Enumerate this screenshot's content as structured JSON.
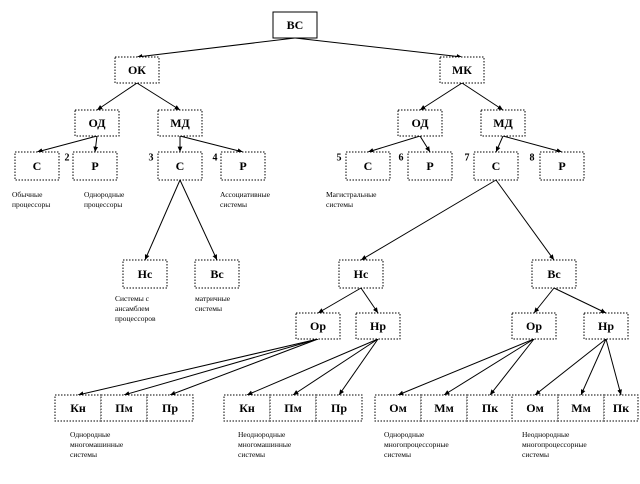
{
  "nodes": [
    {
      "id": "root",
      "label": "ВС",
      "style": "solid"
    },
    {
      "id": "ok",
      "label": "ОК",
      "style": "dotted"
    },
    {
      "id": "mk",
      "label": "МК",
      "style": "dotted"
    },
    {
      "id": "od1",
      "label": "ОД",
      "style": "dotted"
    },
    {
      "id": "md1",
      "label": "МД",
      "style": "dotted"
    },
    {
      "id": "od2",
      "label": "ОД",
      "style": "dotted"
    },
    {
      "id": "md2",
      "label": "МД",
      "style": "dotted"
    },
    {
      "id": "c1",
      "label": "С",
      "style": "dotted"
    },
    {
      "id": "p2",
      "label": "Р",
      "style": "dotted"
    },
    {
      "id": "c3",
      "label": "С",
      "style": "dotted"
    },
    {
      "id": "p4",
      "label": "Р",
      "style": "dotted"
    },
    {
      "id": "c5",
      "label": "С",
      "style": "dotted"
    },
    {
      "id": "p6",
      "label": "Р",
      "style": "dotted"
    },
    {
      "id": "c7",
      "label": "С",
      "style": "dotted"
    },
    {
      "id": "p8",
      "label": "Р",
      "style": "dotted"
    },
    {
      "id": "hc1",
      "label": "Нс",
      "style": "dotted"
    },
    {
      "id": "bc1",
      "label": "Вс",
      "style": "dotted"
    },
    {
      "id": "hc2",
      "label": "Нс",
      "style": "dotted"
    },
    {
      "id": "bc2",
      "label": "Вс",
      "style": "dotted"
    },
    {
      "id": "op1",
      "label": "Ор",
      "style": "dotted"
    },
    {
      "id": "hp1",
      "label": "Нр",
      "style": "dotted"
    },
    {
      "id": "op2",
      "label": "Ор",
      "style": "dotted"
    },
    {
      "id": "hp2",
      "label": "Нр",
      "style": "dotted"
    },
    {
      "id": "kn1",
      "label": "Кн",
      "style": "dotted"
    },
    {
      "id": "pm1",
      "label": "Пм",
      "style": "dotted"
    },
    {
      "id": "pr1",
      "label": "Пр",
      "style": "dotted"
    },
    {
      "id": "kn2",
      "label": "Кн",
      "style": "dotted"
    },
    {
      "id": "pm2",
      "label": "Пм",
      "style": "dotted"
    },
    {
      "id": "pr2",
      "label": "Пр",
      "style": "dotted"
    },
    {
      "id": "om1",
      "label": "Ом",
      "style": "dotted"
    },
    {
      "id": "mm1",
      "label": "Мм",
      "style": "dotted"
    },
    {
      "id": "pk1",
      "label": "Пк",
      "style": "dotted"
    },
    {
      "id": "om2",
      "label": "Ом",
      "style": "dotted"
    },
    {
      "id": "mm2",
      "label": "Мм",
      "style": "dotted"
    },
    {
      "id": "pk2",
      "label": "Пк",
      "style": "dotted"
    }
  ],
  "edges": [
    [
      "root",
      "ok"
    ],
    [
      "root",
      "mk"
    ],
    [
      "ok",
      "od1"
    ],
    [
      "ok",
      "md1"
    ],
    [
      "mk",
      "od2"
    ],
    [
      "mk",
      "md2"
    ],
    [
      "od1",
      "c1"
    ],
    [
      "od1",
      "p2"
    ],
    [
      "md1",
      "c3"
    ],
    [
      "md1",
      "p4"
    ],
    [
      "od2",
      "c5"
    ],
    [
      "od2",
      "p6"
    ],
    [
      "md2",
      "c7"
    ],
    [
      "md2",
      "p8"
    ],
    [
      "c3",
      "hc1"
    ],
    [
      "c3",
      "bc1"
    ],
    [
      "c7",
      "hc2"
    ],
    [
      "c7",
      "bc2"
    ],
    [
      "hc2",
      "op1"
    ],
    [
      "hc2",
      "hp1"
    ],
    [
      "bc2",
      "op2"
    ],
    [
      "bc2",
      "hp2"
    ],
    [
      "op1",
      "kn1"
    ],
    [
      "op1",
      "pm1"
    ],
    [
      "op1",
      "pr1"
    ],
    [
      "hp1",
      "kn2"
    ],
    [
      "hp1",
      "pm2"
    ],
    [
      "hp1",
      "pr2"
    ],
    [
      "op2",
      "om1"
    ],
    [
      "op2",
      "mm1"
    ],
    [
      "op2",
      "pk1"
    ],
    [
      "hp2",
      "om2"
    ],
    [
      "hp2",
      "mm2"
    ],
    [
      "hp2",
      "pk2"
    ]
  ],
  "numbers": [
    {
      "id": "n2",
      "text": "2"
    },
    {
      "id": "n3",
      "text": "3"
    },
    {
      "id": "n4",
      "text": "4"
    },
    {
      "id": "n5",
      "text": "5"
    },
    {
      "id": "n6",
      "text": "6"
    },
    {
      "id": "n7",
      "text": "7"
    },
    {
      "id": "n8",
      "text": "8"
    }
  ],
  "captions": [
    {
      "id": "cap1",
      "lines": [
        "Обычные",
        "процессоры"
      ]
    },
    {
      "id": "cap2",
      "lines": [
        "Однородные",
        "процессоры"
      ]
    },
    {
      "id": "cap3",
      "lines": [
        "Ассоциативные",
        "системы"
      ]
    },
    {
      "id": "cap4",
      "lines": [
        "Магистральные",
        "системы"
      ]
    },
    {
      "id": "cap5",
      "lines": [
        "Системы с",
        "ансамблем",
        "процессоров"
      ]
    },
    {
      "id": "cap6",
      "lines": [
        "матричные",
        "системы"
      ]
    },
    {
      "id": "cap7",
      "lines": [
        "Однородные",
        "многомашинные",
        "системы"
      ]
    },
    {
      "id": "cap8",
      "lines": [
        "Неоднородные",
        "многомашинные",
        "системы"
      ]
    },
    {
      "id": "cap9",
      "lines": [
        "Однородные",
        "многопроцессорные",
        "системы"
      ]
    },
    {
      "id": "cap10",
      "lines": [
        "Неоднородные",
        "многопроцессорные",
        "системы"
      ]
    }
  ]
}
